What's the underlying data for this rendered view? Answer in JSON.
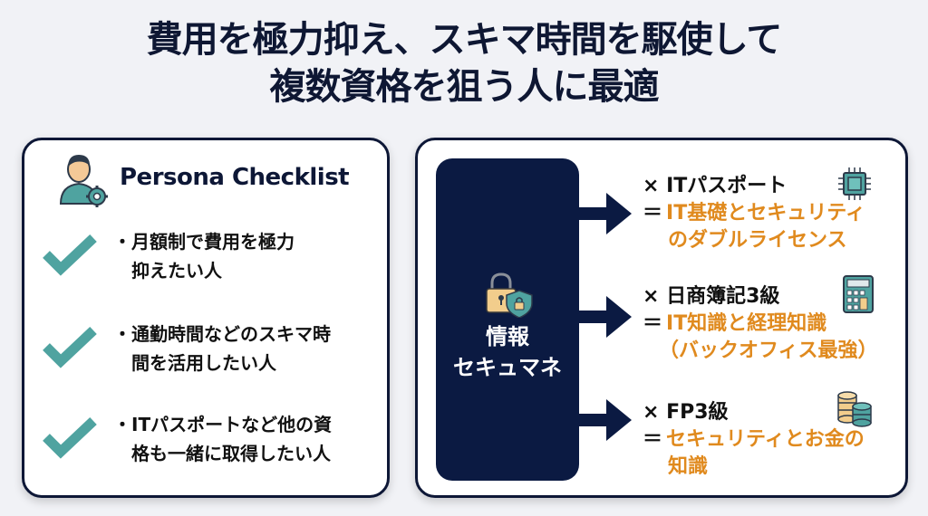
{
  "header": {
    "title_line1": "費用を極力抑え、スキマ時間を駆使して",
    "title_line2": "複数資格を狙う人に最適"
  },
  "persona": {
    "icon": "user-gear-icon",
    "title": "Persona Checklist",
    "items": [
      {
        "icon": "check-icon",
        "line1": "・月額制で費用を極力",
        "line2": "抑えたい人"
      },
      {
        "icon": "check-icon",
        "line1": "・通勤時間などのスキマ時",
        "line2": "間を活用したい人"
      },
      {
        "icon": "check-icon",
        "line1": "・ITパスポートなど他の資",
        "line2": "格も一緒に取得したい人"
      }
    ]
  },
  "combos": {
    "source": {
      "icon": "lock-shield-icon",
      "line1": "情報",
      "line2": "セキュマネ"
    },
    "items": [
      {
        "icon": "chip-icon",
        "label": "× ITパスポート",
        "eq": "＝",
        "result1": "IT基礎とセキュリティ",
        "result2": "のダブルライセンス"
      },
      {
        "icon": "calculator-icon",
        "label": "× 日商簿記3級",
        "eq": "＝",
        "result1": "IT知識と経理知識",
        "result2": "（バックオフィス最強）"
      },
      {
        "icon": "coins-icon",
        "label": "× FP3級",
        "eq": "＝",
        "result1": "セキュリティとお金の",
        "result2": "知識"
      }
    ]
  },
  "colors": {
    "navy": "#0b1a42",
    "teal": "#4fa3a0",
    "orange": "#e08a1e"
  }
}
